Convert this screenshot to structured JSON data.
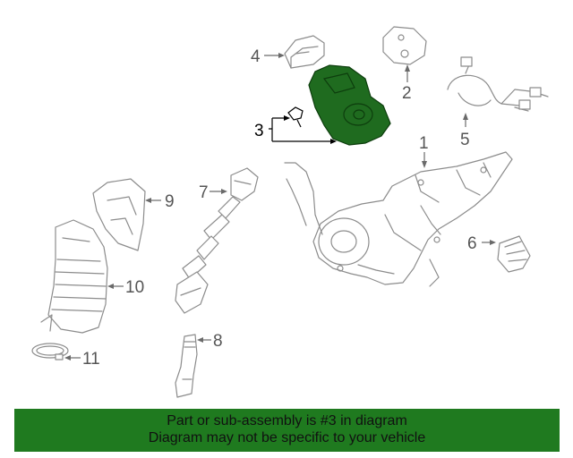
{
  "callouts": {
    "c1": "1",
    "c2": "2",
    "c3": "3",
    "c4": "4",
    "c5": "5",
    "c6": "6",
    "c7": "7",
    "c8": "8",
    "c9": "9",
    "c10": "10",
    "c11": "11"
  },
  "highlight_part": "3",
  "colors": {
    "highlight": "#1f6b1f",
    "banner": "#1f7a1f",
    "line_art": "#8c8c8c"
  },
  "banner": {
    "line1": "Part or sub-assembly is #3 in diagram",
    "line2": "Diagram may not be specific to your vehicle"
  }
}
